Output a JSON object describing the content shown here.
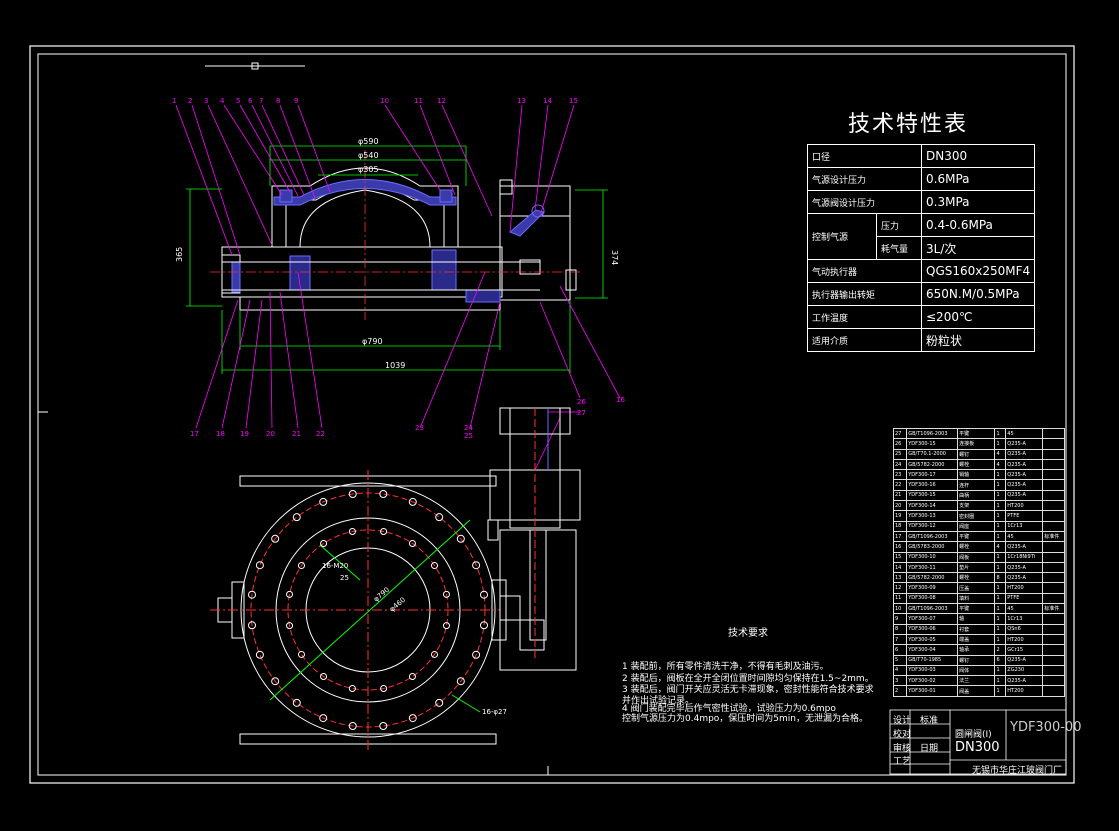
{
  "spec_table": {
    "title": "技术特性表",
    "rows": [
      {
        "label": "口径",
        "value": "DN300"
      },
      {
        "label": "气源设计压力",
        "value": "0.6MPa"
      },
      {
        "label": "气源阀设计压力",
        "value": "0.3MPa"
      },
      {
        "label": "控制气源",
        "sub1": "压力",
        "value": "0.4-0.6MPa"
      },
      {
        "label": "",
        "sub1": "耗气量",
        "value": "3L/次"
      },
      {
        "label": "气动执行器",
        "value": "QGS160x250MF4"
      },
      {
        "label": "执行器输出转矩",
        "value": "650N.M/0.5MPa"
      },
      {
        "label": "工作温度",
        "value": "≤200℃"
      },
      {
        "label": "适用介质",
        "value": "粉粒状"
      }
    ]
  },
  "notes": {
    "heading": "技术要求",
    "items": [
      "1  装配前，所有零件清洗干净，不得有毛刺及油污。",
      "2  装配后，阀板在全开全闭位置时间隙均匀保持在1.5~2mm。",
      "3  装配后，阀门开关应灵活无卡滞现象，密封性能符合技术要求",
      "   并作出试验记录。",
      "4  阀门装配完毕后作气密性试验，试验压力为0.6mpo",
      "   控制气源压力为0.4mpo，保压时间为5min，无泄漏为合格。"
    ]
  },
  "dimensions": {
    "d590": "φ590",
    "d540": "φ540",
    "d305": "φ305",
    "d790": "φ790",
    "l1039": "1039",
    "h365": "365",
    "h374": "374",
    "hole1": "16-M20",
    "hole1b": "25",
    "d_inner1": "φ790",
    "d_inner2": "φ460",
    "hole2": "16-φ27"
  },
  "balloons_top": [
    "1",
    "2",
    "3",
    "4",
    "5",
    "6",
    "7",
    "8",
    "9",
    "10",
    "11",
    "12",
    "13",
    "14",
    "15"
  ],
  "balloons_bottom": [
    "17",
    "18",
    "19",
    "20",
    "21",
    "22",
    "23",
    "24",
    "25",
    "26",
    "27",
    "16"
  ],
  "title_block": {
    "drawing_no": "YDF300-00",
    "name": "圆闸阀(I)",
    "spec": "DN300",
    "company": "无锡市华庄江玻阀门厂",
    "labels": [
      "设计",
      "校对",
      "审核",
      "工艺",
      "标准",
      "日期"
    ]
  },
  "bom_rows": [
    [
      "27",
      "GB/T1096-2003",
      "平键",
      "1",
      "45",
      ""
    ],
    [
      "26",
      "YDF300-15",
      "连接板",
      "1",
      "Q235-A",
      ""
    ],
    [
      "25",
      "GB/T70.1-2000",
      "螺钉",
      "4",
      "Q235-A",
      ""
    ],
    [
      "24",
      "GB/5782-2000",
      "螺栓",
      "4",
      "Q235-A",
      ""
    ],
    [
      "23",
      "YDF300-17",
      "销轴",
      "1",
      "Q235-A",
      ""
    ],
    [
      "22",
      "YDF300-16",
      "连杆",
      "1",
      "Q235-A",
      ""
    ],
    [
      "21",
      "YDF300-15",
      "曲柄",
      "1",
      "Q235-A",
      ""
    ],
    [
      "20",
      "YDF300-14",
      "支架",
      "1",
      "HT200",
      ""
    ],
    [
      "19",
      "YDF300-13",
      "密封圈",
      "1",
      "PTFE",
      ""
    ],
    [
      "18",
      "YDF300-12",
      "阀座",
      "1",
      "1Cr13",
      ""
    ],
    [
      "17",
      "GB/T1096-2003",
      "平键",
      "1",
      "45",
      "标准件"
    ],
    [
      "16",
      "GB/5783-2000",
      "螺栓",
      "4",
      "Q235-A",
      ""
    ],
    [
      "15",
      "YDF300-10",
      "阀板",
      "1",
      "1Cr18Ni9Ti",
      ""
    ],
    [
      "14",
      "YDF300-11",
      "垫片",
      "1",
      "Q235-A",
      ""
    ],
    [
      "13",
      "GB/5782-2000",
      "螺栓",
      "8",
      "Q235-A",
      ""
    ],
    [
      "12",
      "YDF300-09",
      "压盖",
      "1",
      "HT200",
      ""
    ],
    [
      "11",
      "YDF300-08",
      "填料",
      "1",
      "PTFE",
      ""
    ],
    [
      "10",
      "GB/T1096-2003",
      "平键",
      "1",
      "45",
      "标准件"
    ],
    [
      "9",
      "YDF300-07",
      "轴",
      "1",
      "1Cr13",
      ""
    ],
    [
      "8",
      "YDF300-06",
      "衬套",
      "1",
      "QSn6",
      ""
    ],
    [
      "7",
      "YDF300-05",
      "端盖",
      "1",
      "HT200",
      ""
    ],
    [
      "6",
      "YDF300-04",
      "轴承",
      "2",
      "GCr15",
      ""
    ],
    [
      "5",
      "GB/T70-1985",
      "螺钉",
      "6",
      "Q235-A",
      ""
    ],
    [
      "4",
      "YDF300-03",
      "阀体",
      "1",
      "ZG230",
      ""
    ],
    [
      "3",
      "YDF300-02",
      "法兰",
      "1",
      "Q235-A",
      ""
    ],
    [
      "2",
      "YDF300-01",
      "阀盖",
      "1",
      "HT200",
      ""
    ]
  ],
  "colors": {
    "line": "#ffffff",
    "leader": "#ff00ff",
    "dim": "#00ff00",
    "hatch": "#6a6aff",
    "center": "#ff3030",
    "accent": "#00ffff"
  }
}
